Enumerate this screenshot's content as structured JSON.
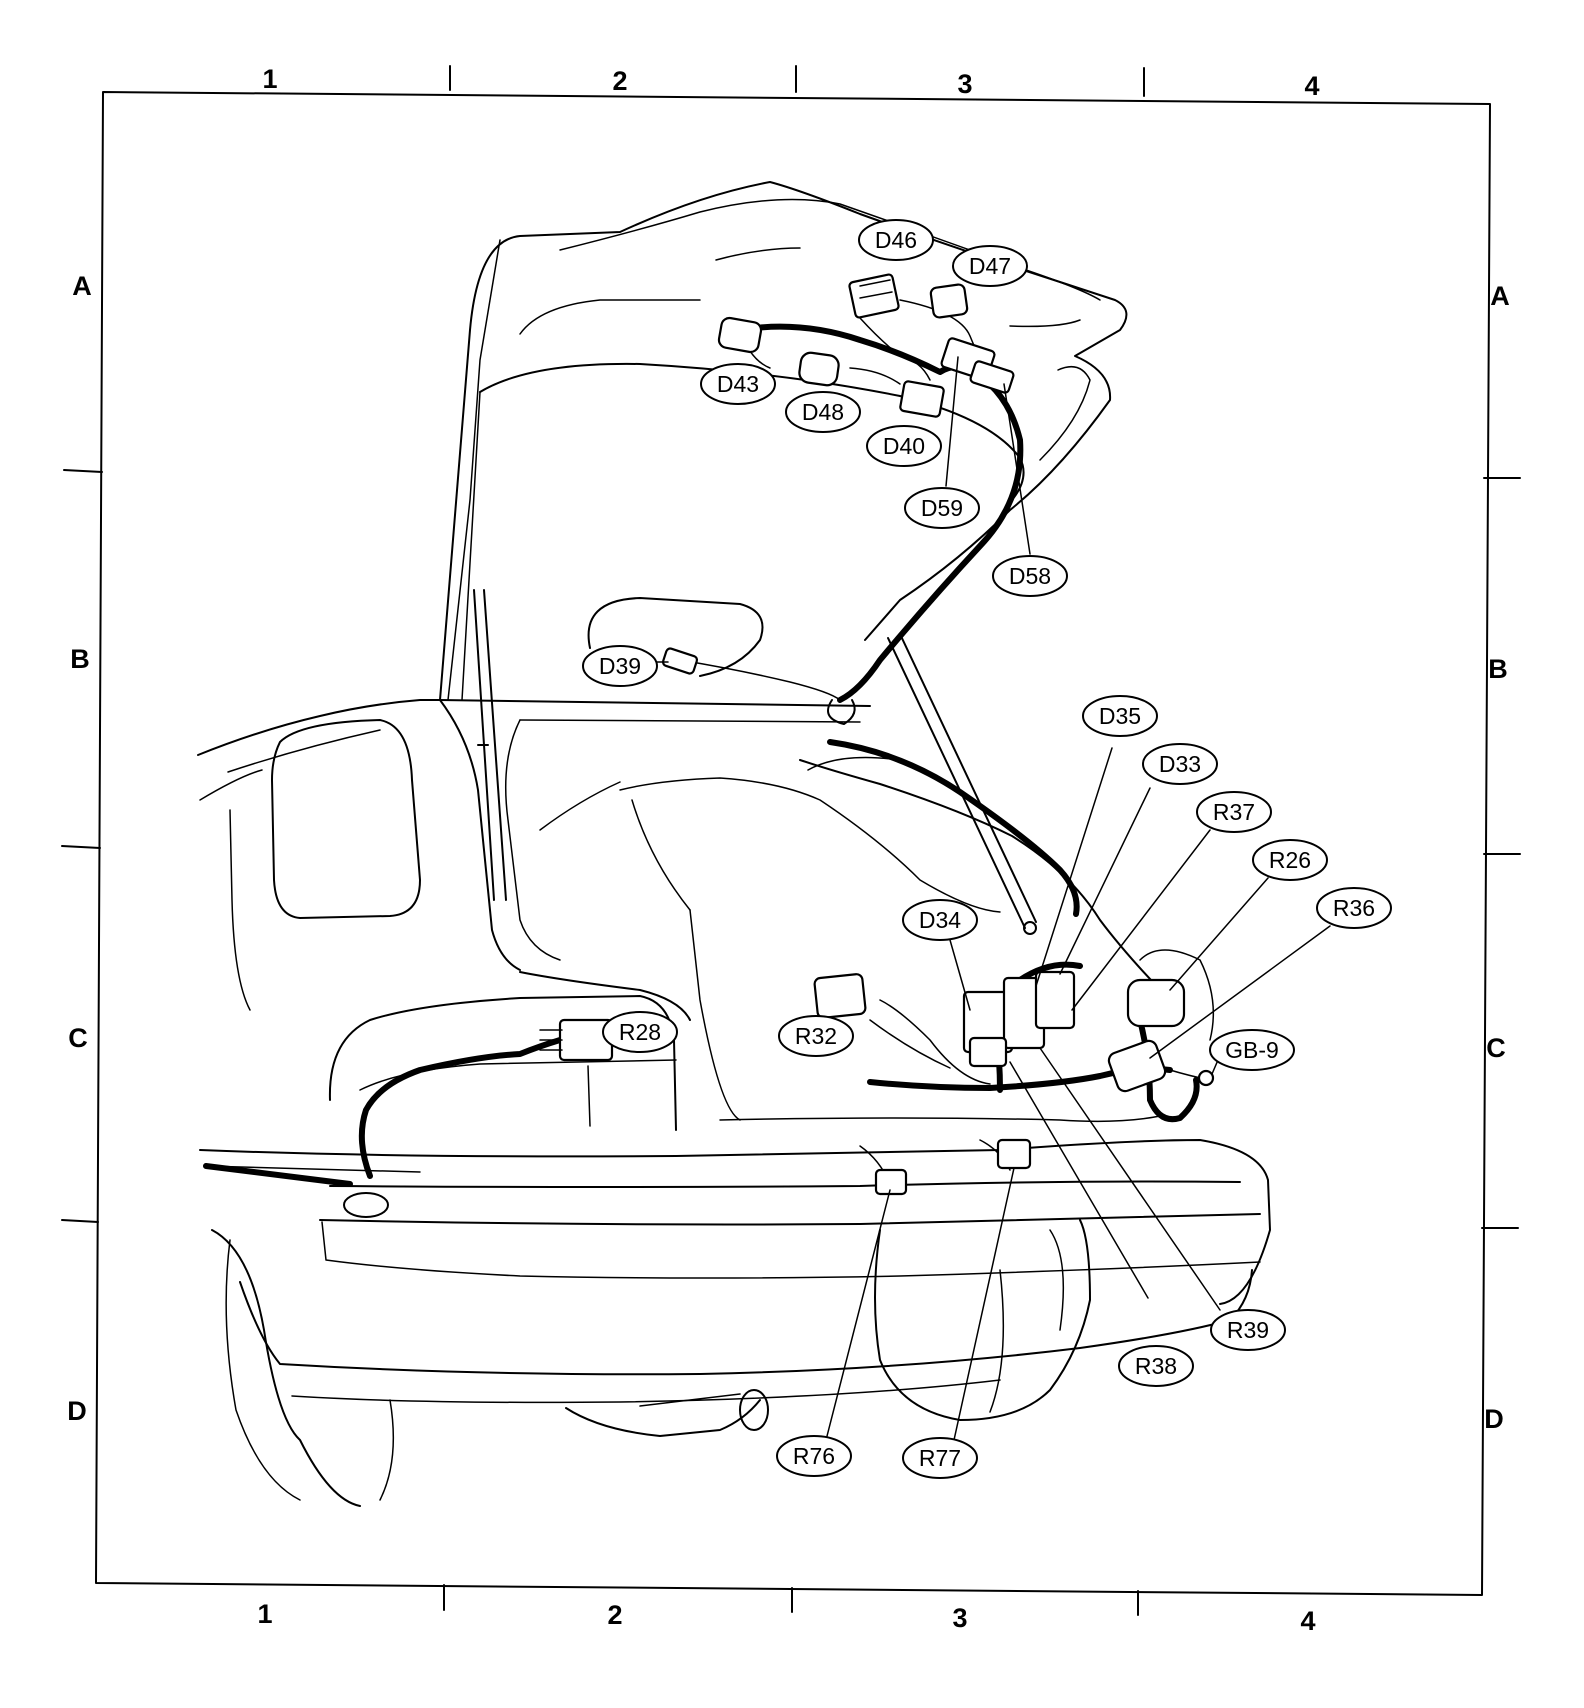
{
  "grid": {
    "columns": [
      "1",
      "2",
      "3",
      "4"
    ],
    "rows": [
      "A",
      "B",
      "C",
      "D"
    ]
  },
  "connectors": {
    "D46": "D46",
    "D47": "D47",
    "D43": "D43",
    "D48": "D48",
    "D40": "D40",
    "D59": "D59",
    "D58": "D58",
    "D39": "D39",
    "D35": "D35",
    "D33": "D33",
    "R37": "R37",
    "R26": "R26",
    "R36": "R36",
    "D34": "D34",
    "R28": "R28",
    "R32": "R32",
    "GB9": "GB-9",
    "R39": "R39",
    "R38": "R38",
    "R76": "R76",
    "R77": "R77"
  }
}
